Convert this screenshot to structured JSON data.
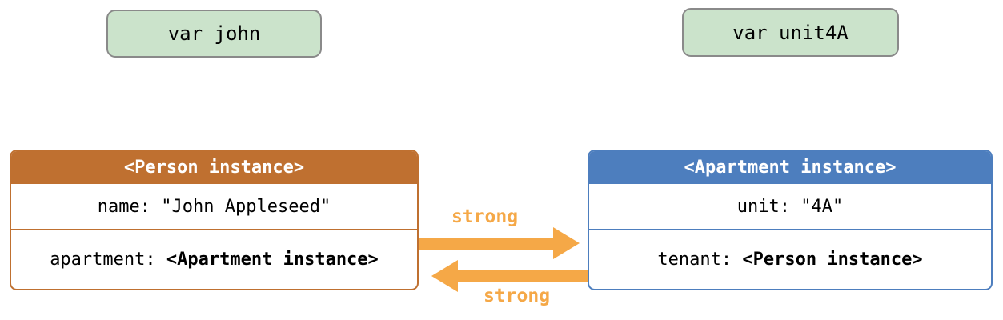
{
  "variables": {
    "john": {
      "label": "var john"
    },
    "unit4A": {
      "label": "var unit4A"
    }
  },
  "person_box": {
    "header": "<Person instance>",
    "rows": [
      {
        "text": "name: \"John Appleseed\""
      },
      {
        "prefix": "apartment: ",
        "bold": "<Apartment instance>"
      }
    ]
  },
  "apartment_box": {
    "header": "<Apartment instance>",
    "rows": [
      {
        "text": "unit: \"4A\""
      },
      {
        "prefix": "tenant: ",
        "bold": "<Person instance>"
      }
    ]
  },
  "references": {
    "person_to_apartment": {
      "label": "strong",
      "direction": "right"
    },
    "apartment_to_person": {
      "label": "strong",
      "direction": "left"
    }
  },
  "colors": {
    "person_accent": "#bf7030",
    "apartment_accent": "#4d7ebe",
    "var_box_fill": "#cbe3cb",
    "var_box_border": "#8a8a8a",
    "arrow": "#f5a847",
    "header_text": "#ffffff",
    "body_text": "#000000",
    "background": "#ffffff"
  }
}
